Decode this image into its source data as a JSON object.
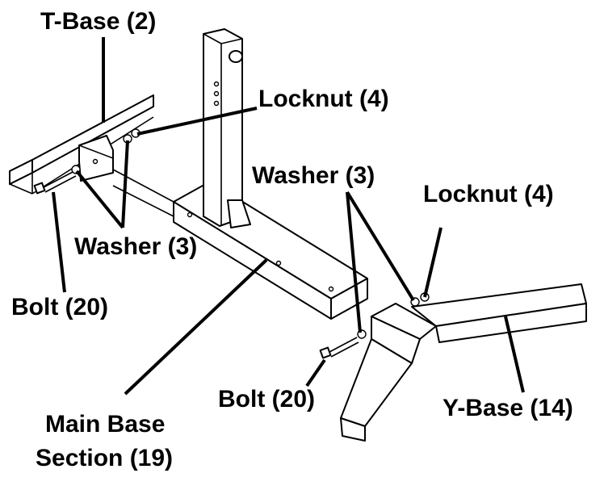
{
  "labels": {
    "t_base": "T-Base (2)",
    "locknut_top": "Locknut (4)",
    "washer_mid": "Washer (3)",
    "locknut_right": "Locknut (4)",
    "washer_left": "Washer (3)",
    "bolt_left": "Bolt (20)",
    "bolt_bottom": "Bolt (20)",
    "y_base": "Y-Base (14)",
    "main_base_line1": "Main Base",
    "main_base_line2": "Section (19)"
  }
}
